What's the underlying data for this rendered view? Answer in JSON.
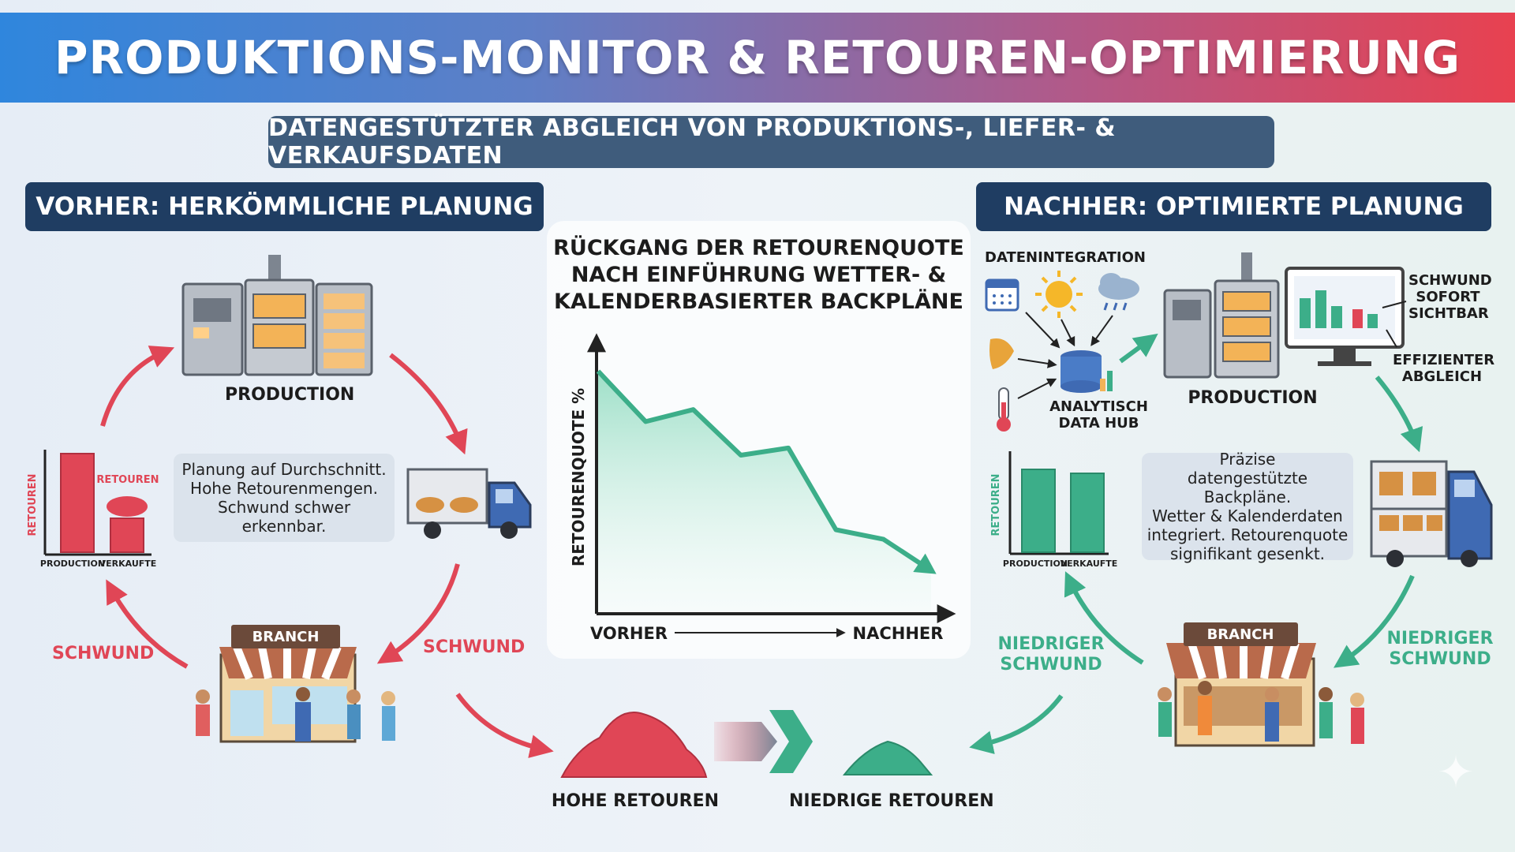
{
  "header": {
    "title": "PRODUKTIONS-MONITOR & RETOUREN-OPTIMIERUNG",
    "subtitle": "DATENGESTÜTZTER ABGLEICH VON PRODUKTIONS-, LIEFER- & VERKAUFSDATEN"
  },
  "colors": {
    "accent_red": "#e04656",
    "accent_green": "#3cae89",
    "navy": "#1f3d62"
  },
  "before": {
    "title": "VORHER: HERKÖMMLICHE PLANUNG",
    "production_label": "PRODUCTION",
    "info_lines": [
      "Planung auf Durchschnitt.",
      "Hohe Retourenmengen.",
      "Schwund schwer erkennbar."
    ],
    "bar_chart": {
      "ylabel": "RETOUREN",
      "categories": [
        "PRODUCTION",
        "VERKAUFTE"
      ],
      "annotation": "RETOUREN"
    },
    "branch_label": "BRANCH",
    "shrink_left": "SCHWUND",
    "shrink_right": "SCHWUND",
    "result_label": "HOHE RETOUREN"
  },
  "after": {
    "title": "NACHHER: OPTIMIERTE PLANUNG",
    "data_integration_label": "DATENINTEGRATION",
    "hub_label": [
      "ANALYTISCH",
      "DATA HUB"
    ],
    "production_label": "PRODUCTION",
    "monitor_note": [
      "SCHWUND",
      "SOFORT",
      "SICHTBAR"
    ],
    "efficiency_note": [
      "EFFIZIENTER",
      "ABGLEICH"
    ],
    "info_lines": [
      "Präzise",
      "datengestützte Backpläne.",
      "Wetter & Kalenderdaten",
      "integriert. Retourenquote",
      "signifikant gesenkt."
    ],
    "bar_chart": {
      "ylabel": "RETOUREN",
      "categories": [
        "PRODUCTION",
        "VERKAUFTE"
      ]
    },
    "branch_label": "BRANCH",
    "shrink_left": [
      "NIEDRIGER",
      "SCHWUND"
    ],
    "shrink_right": [
      "NIEDRIGER",
      "SCHWUND"
    ],
    "result_label": "NIEDRIGE RETOUREN"
  },
  "chart_title": [
    "RÜCKGANG DER RETOURENQUOTE",
    "NACH EINFÜHRUNG WETTER- &",
    "KALENDERBASIERTER BACKPLÄNE"
  ],
  "chart_data": {
    "type": "area",
    "title": "RÜCKGANG DER RETOURENQUOTE NACH EINFÜHRUNG WETTER- & KALENDERBASIERTER BACKPLÄNE",
    "ylabel": "RETOURENQUOTE %",
    "xlabel_start": "VORHER",
    "xlabel_end": "NACHHER",
    "x": [
      0,
      1,
      2,
      3,
      4,
      5,
      6,
      7
    ],
    "values": [
      100,
      79,
      84,
      65,
      68,
      34,
      30,
      17
    ],
    "ylim": [
      0,
      110
    ],
    "grid": false
  }
}
